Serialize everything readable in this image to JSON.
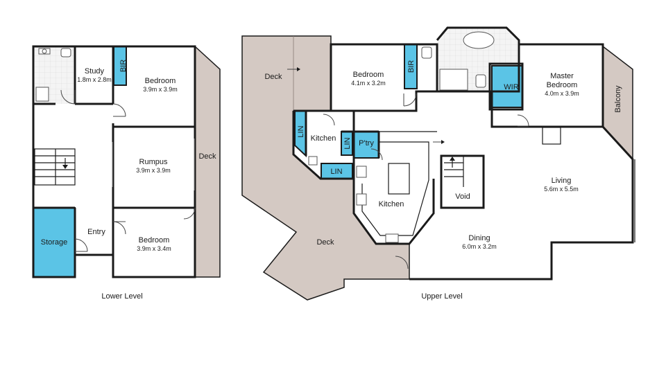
{
  "levels": {
    "lower": "Lower Level",
    "upper": "Upper Level"
  },
  "rooms": {
    "lower_study": {
      "name": "Study",
      "dim": "1.8m x 2.8m"
    },
    "lower_bir": {
      "name": "BIR"
    },
    "lower_bedroom_top": {
      "name": "Bedroom",
      "dim": "3.9m x 3.9m"
    },
    "lower_rumpus": {
      "name": "Rumpus",
      "dim": "3.9m x 3.9m"
    },
    "lower_deck": {
      "name": "Deck"
    },
    "lower_storage": {
      "name": "Storage"
    },
    "lower_entry": {
      "name": "Entry"
    },
    "lower_bedroom_bottom": {
      "name": "Bedroom",
      "dim": "3.9m x 3.4m"
    },
    "upper_deck_top": {
      "name": "Deck"
    },
    "upper_bedroom": {
      "name": "Bedroom",
      "dim": "4.1m x 3.2m"
    },
    "upper_bir": {
      "name": "BIR"
    },
    "upper_wir": {
      "name": "WIR"
    },
    "upper_master": {
      "name": "Master",
      "name2": "Bedroom",
      "dim": "4.0m x 3.9m"
    },
    "upper_balcony": {
      "name": "Balcony"
    },
    "upper_lin1": {
      "name": "LIN"
    },
    "upper_kitchen_small": {
      "name": "Kitchen"
    },
    "upper_lin2": {
      "name": "LIN"
    },
    "upper_pantry": {
      "name": "P'try"
    },
    "upper_lin3": {
      "name": "LIN"
    },
    "upper_kitchen": {
      "name": "Kitchen"
    },
    "upper_void": {
      "name": "Void"
    },
    "upper_living": {
      "name": "Living",
      "dim": "5.6m x 5.5m"
    },
    "upper_dining": {
      "name": "Dining",
      "dim": "6.0m x 3.2m"
    },
    "upper_deck_bottom": {
      "name": "Deck"
    }
  },
  "colors": {
    "storage_blue": "#5bc4e6",
    "deck_fill": "#d4c9c3",
    "wall": "#1a1a1a"
  }
}
